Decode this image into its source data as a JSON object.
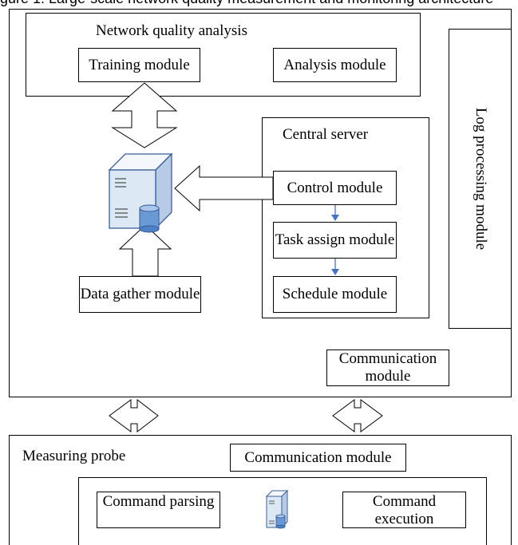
{
  "header_text": "igure 1. Large-scale network quality measurement and monitoring architecture",
  "network_quality_analysis": {
    "title": "Network quality analysis",
    "training_module": "Training module",
    "analysis_module": "Analysis module"
  },
  "central_server": {
    "title": "Central server",
    "control_module": "Control module",
    "task_assign_module": "Task assign module",
    "schedule_module": "Schedule module"
  },
  "log_processing_module": "Log processing module",
  "data_gather_module": "Data gather module",
  "communication_module_top": "Communication module",
  "measuring_probe": {
    "title": "Measuring probe",
    "communication_module": "Communication module",
    "command_parsing": "Command parsing",
    "command_execution": "Command execution"
  },
  "icons": [
    "server-database-icon",
    "probe-server-icon"
  ],
  "colors": {
    "flow_arrow": "#4472c4",
    "server_body": "#dde8f5",
    "server_outline": "#3a5f9a",
    "db_fill": "#6a9ad6"
  }
}
